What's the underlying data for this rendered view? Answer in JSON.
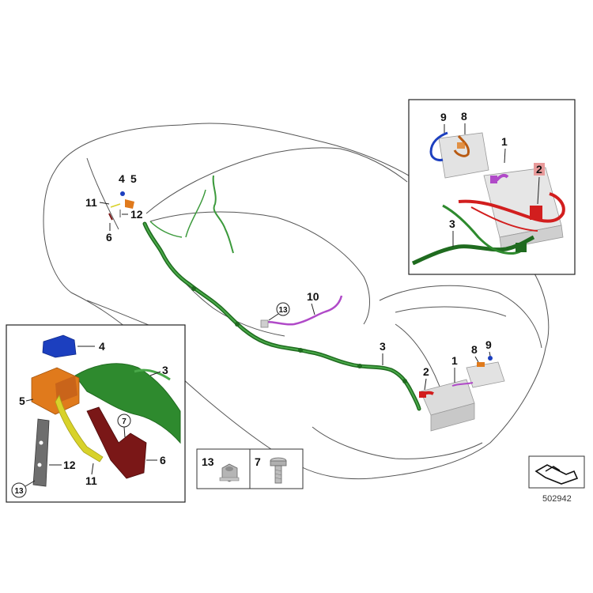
{
  "diagram": {
    "document_number": "502942",
    "colors": {
      "harness_main": "#2e8a2e",
      "harness_dark": "#1f6b1f",
      "battery_positive": "#d21e1e",
      "cable_purple": "#b04ac8",
      "cover_blue": "#1c3fbf",
      "cover_orange": "#e07a1c",
      "ground_yellow": "#d8d22a",
      "bracket_darkred": "#7a1717",
      "bracket_grey": "#6e6e6e",
      "battery_grey": "#d9d9d9",
      "outline": "#555555"
    },
    "main_labels": {
      "p4": "4",
      "p5": "5",
      "p11": "11",
      "p12": "12",
      "p6": "6",
      "p13": "13",
      "p10": "10",
      "p3": "3",
      "p2": "2",
      "p1": "1",
      "p8": "8",
      "p9": "9"
    },
    "detail_top_right": {
      "p9": "9",
      "p8": "8",
      "p1": "1",
      "p2": "2",
      "p3": "3"
    },
    "detail_bottom_left": {
      "p4": "4",
      "p3": "3",
      "p5": "5",
      "p7": "7",
      "p6": "6",
      "p12": "12",
      "p11": "11",
      "p13": "13"
    },
    "hardware": {
      "nut_label": "13",
      "bolt_label": "7"
    }
  }
}
